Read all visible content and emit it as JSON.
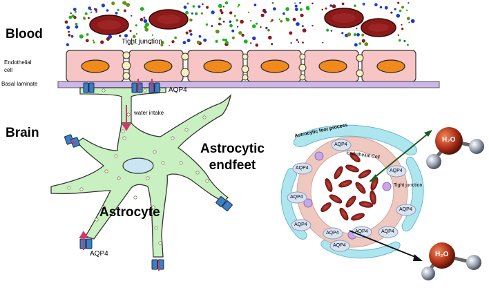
{
  "labels": {
    "blood": "Blood",
    "tight_junction_top": "Tight junction",
    "endothelial_cell": "Endothelial\ncell",
    "basal_laminate": "Basal laminate",
    "aqp4_top": "AQP4",
    "water_intake": "water intake",
    "brain": "Brain",
    "astrocytic_endfeet": "Astrocytic\nendfeet",
    "astrocyte": "Astrocyte",
    "aqp4_bottom": "AQP4",
    "astrocytic_foot_process": "Astrocytic foot process",
    "endothelial_cell_inset": "Endothelial Cell",
    "tight_junction_inset": "Tight junction",
    "water_molecule_top": "H₂O",
    "water_molecule_bottom": "H₂O"
  },
  "inset_aqp4_labels": [
    "AQP4",
    "AQP4",
    "AQP4",
    "AQP4",
    "AQP4",
    "AQP4",
    "AQP4",
    "AQP4",
    "AQP4",
    "AQP4"
  ],
  "colors": {
    "rbc": "#8b1a1a",
    "endothelial": "#f7c5c5",
    "nucleus": "#f08a1c",
    "basal_laminate": "#cdb6e8",
    "astrocyte": "#c9f0c0",
    "aqp4": "#3b7fc4",
    "arrow": "#d6336c",
    "foot_process": "#aee6ef",
    "oxygen": "#b5341c",
    "hydrogen": "#8a93a6"
  }
}
